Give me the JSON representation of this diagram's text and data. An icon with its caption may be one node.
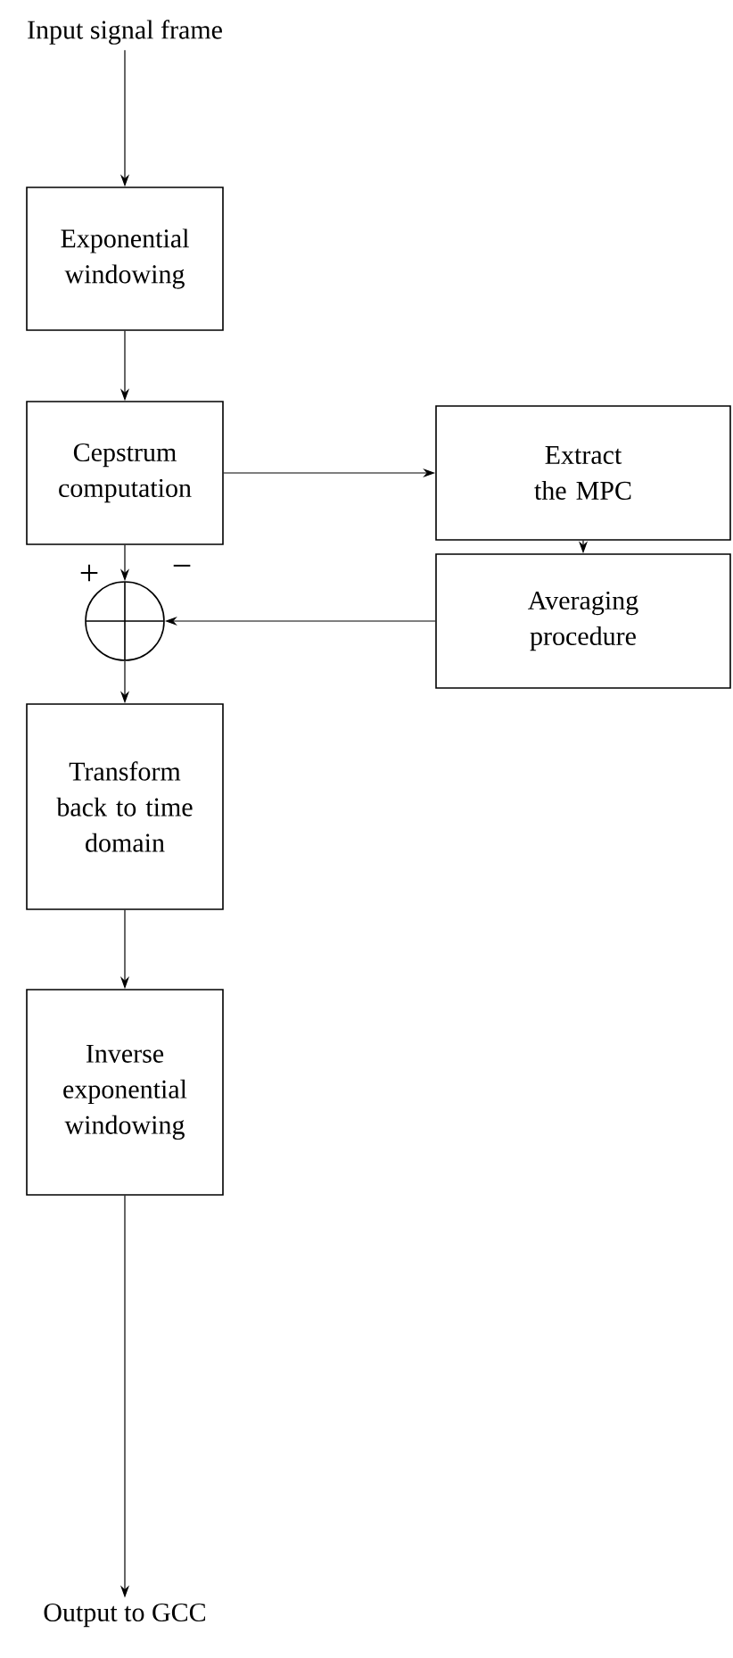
{
  "diagram": {
    "nodes": [
      {
        "text": [
          "Input signal frame"
        ]
      },
      {
        "text": [
          "Exponential windowing"
        ]
      },
      {
        "text": [
          "Cepstrum computation"
        ]
      },
      {
        "text": [
          "Extract the MPC"
        ]
      },
      {
        "text": [
          "Averaging procedure"
        ]
      },
      {
        "text": [],
        "shape": "circle"
      },
      {
        "text": [
          "Transform back to time domain"
        ]
      },
      {
        "text": [
          "Inverse exponential windowing"
        ]
      },
      {
        "text": [
          "Output to GCC"
        ]
      }
    ],
    "edges": [
      {
        "from": 0,
        "to": 1,
        "arrow": "to"
      },
      {
        "from": 1,
        "to": 2,
        "arrow": "to"
      },
      {
        "from": 2,
        "to": 3,
        "arrow": "to"
      },
      {
        "from": 3,
        "to": 4,
        "arrow": "to"
      },
      {
        "from": 2,
        "to": 5,
        "arrow": "to"
      },
      {
        "from": 4,
        "to": 5,
        "arrow": "to"
      },
      {
        "from": 5,
        "to": 6,
        "arrow": "to"
      },
      {
        "from": 6,
        "to": 7,
        "arrow": "to"
      },
      {
        "from": 7,
        "to": 8,
        "arrow": "to"
      }
    ],
    "labels": [
      "+",
      "−"
    ]
  }
}
